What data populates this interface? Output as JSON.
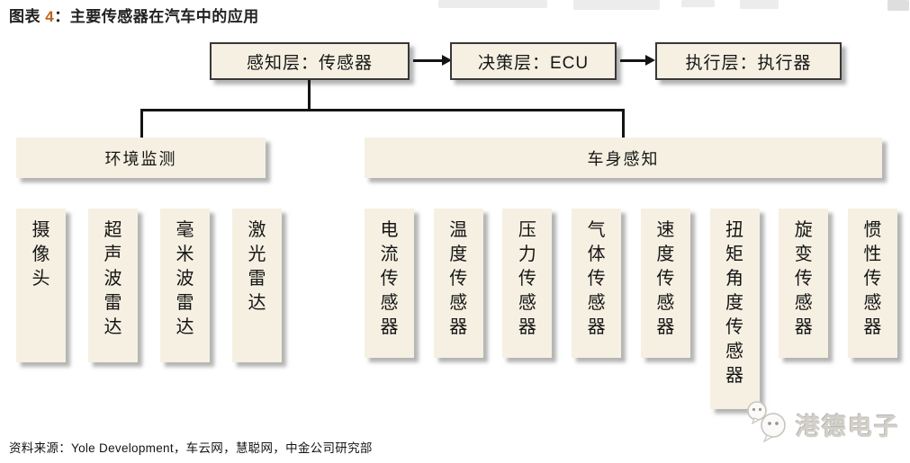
{
  "title": {
    "parts": [
      "图表 ",
      "4",
      "：主要传感器在汽车中的应用"
    ],
    "accent_color": "#c2611c"
  },
  "flow": [
    {
      "label": "感知层：传感器"
    },
    {
      "label": "决策层：ECU"
    },
    {
      "label": "执行层：执行器"
    }
  ],
  "groups": [
    {
      "label": "环境监测",
      "sensors": [
        "摄像头",
        "超声波雷达",
        "毫米波雷达",
        "激光雷达"
      ]
    },
    {
      "label": "车身感知",
      "sensors": [
        "电流传感器",
        "温度传感器",
        "压力传感器",
        "气体传感器",
        "速度传感器",
        "扭矩角度传感器",
        "旋变传感器",
        "惯性传感器"
      ]
    }
  ],
  "source": "资料来源：Yole Development，车云网，慧聪网，中金公司研究部",
  "watermark": {
    "text": "港德电子",
    "icon": "chat-bubbles-icon"
  },
  "colors": {
    "box_fill": "#f5f0e2",
    "box_border": "#383838",
    "line": "#141414",
    "title_accent": "#c2611c",
    "watermark_text": "#d3d0ca"
  }
}
